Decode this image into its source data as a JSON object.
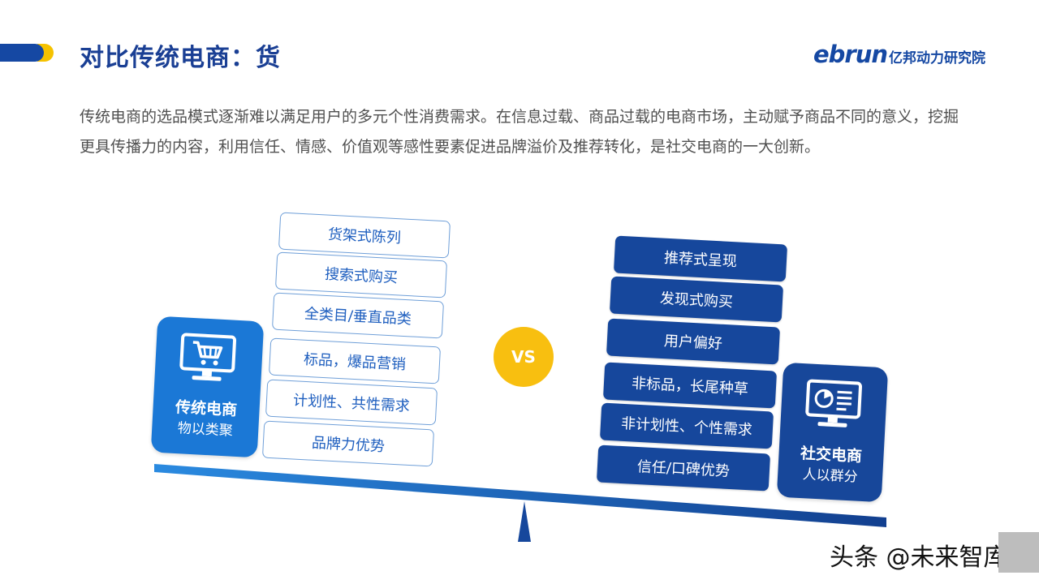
{
  "header": {
    "title": "对比传统电商：货",
    "logo_wordmark": "ebrun",
    "logo_cn": "亿邦动力研究院"
  },
  "intro": "传统电商的选品模式逐渐难以满足用户的多元个性消费需求。在信息过载、商品过载的电商市场，主动赋予商品不同的意义，挖掘更具传播力的内容，利用信任、情感、价值观等感性要素促进品牌溢价及推荐转化，是社交电商的一大创新。",
  "left": {
    "name": "传统电商",
    "subtitle": "物以类聚",
    "icon": "shopping-cart-monitor-icon",
    "items": [
      "货架式陈列",
      "搜索式购买",
      "全类目/垂直品类",
      "标品，爆品营销",
      "计划性、共性需求",
      "品牌力优势"
    ]
  },
  "vs_label": "VS",
  "right": {
    "name": "社交电商",
    "subtitle": "人以群分",
    "icon": "analytics-monitor-icon",
    "items": [
      "推荐式呈现",
      "发现式购买",
      "用户偏好",
      "非标品，长尾种草",
      "非计划性、个性需求",
      "信任/口碑优势"
    ]
  },
  "watermark": "头条 @未来智库",
  "colors": {
    "brand_blue": "#1548a3",
    "light_blue": "#1b78d6",
    "accent_gold": "#f8bf10",
    "text_gray": "#505050"
  }
}
